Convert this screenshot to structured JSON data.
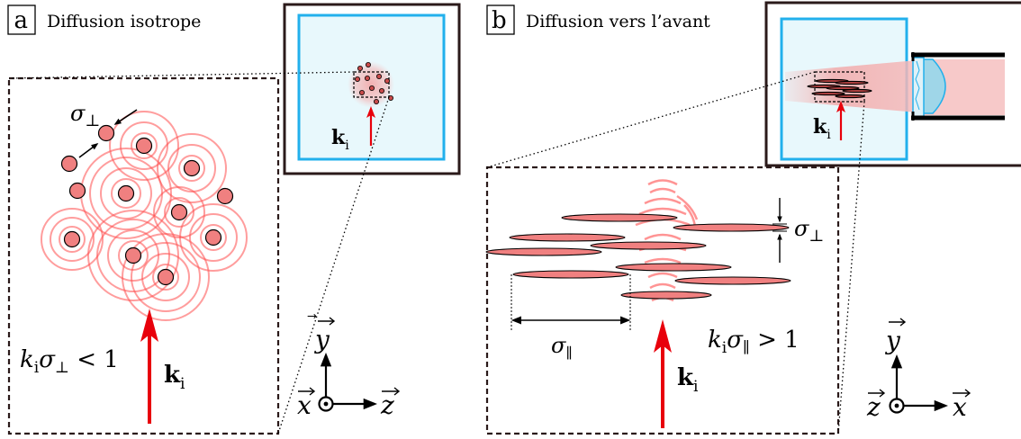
{
  "panel_a": {
    "letter": "a",
    "title": "Diffusion isotrope",
    "sigma_perp": "σ",
    "sigma_perp_sub": "⊥",
    "ki": "k",
    "ki_sub": "i",
    "inset_ki": "k",
    "inset_ki_sub": "i",
    "condition": "k",
    "condition_sub1": "i",
    "condition_mid": "σ",
    "condition_sub2": "⊥",
    "condition_rhs": " < 1",
    "axis_y": "y",
    "axis_center": "x",
    "axis_h": "z"
  },
  "panel_b": {
    "letter": "b",
    "title": "Diffusion vers l’avant",
    "sigma_perp": "σ",
    "sigma_perp_sub": "⊥",
    "sigma_par": "σ",
    "sigma_par_sub": "∥",
    "ki": "k",
    "ki_sub": "i",
    "inset_ki": "k",
    "inset_ki_sub": "i",
    "condition": "k",
    "condition_sub1": "i",
    "condition_mid": "σ",
    "condition_sub2": "∥",
    "condition_rhs": " > 1",
    "axis_y": "y",
    "axis_center": "z",
    "axis_h": "x"
  },
  "colors": {
    "particle_fill": "#f08080",
    "wave_red": "#ff3b3b",
    "arrow_red": "#e8000b",
    "tank_border": "#22b0ec",
    "tank_fill": "#e8f8fc",
    "frame_brown": "#2b1a1a",
    "beam_pink": "#f7c9c9"
  }
}
